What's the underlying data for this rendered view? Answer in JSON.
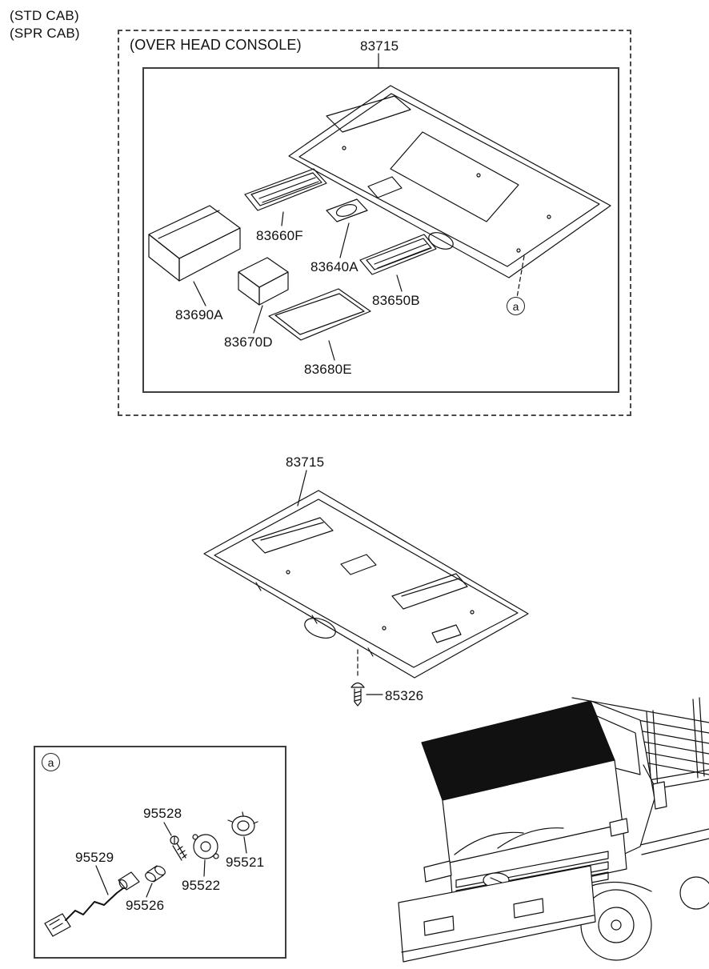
{
  "annotations": {
    "line1": "(STD CAB)",
    "line2": "(SPR CAB)"
  },
  "overhead_console": {
    "title": "(OVER HEAD CONSOLE)",
    "main_part": "83715",
    "marker": "a",
    "parts": {
      "vent_front": "83660F",
      "bezel": "83640A",
      "vent_rear": "83650B",
      "storage_box": "83690A",
      "holder": "83670D",
      "lid": "83680E"
    }
  },
  "roof_trim": {
    "main_part": "83715",
    "screw": "85326"
  },
  "lamp_detail": {
    "marker": "a",
    "parts": {
      "screw": "95528",
      "wiring": "95529",
      "cover": "95521",
      "socket": "95522",
      "bulb": "95526"
    }
  }
}
